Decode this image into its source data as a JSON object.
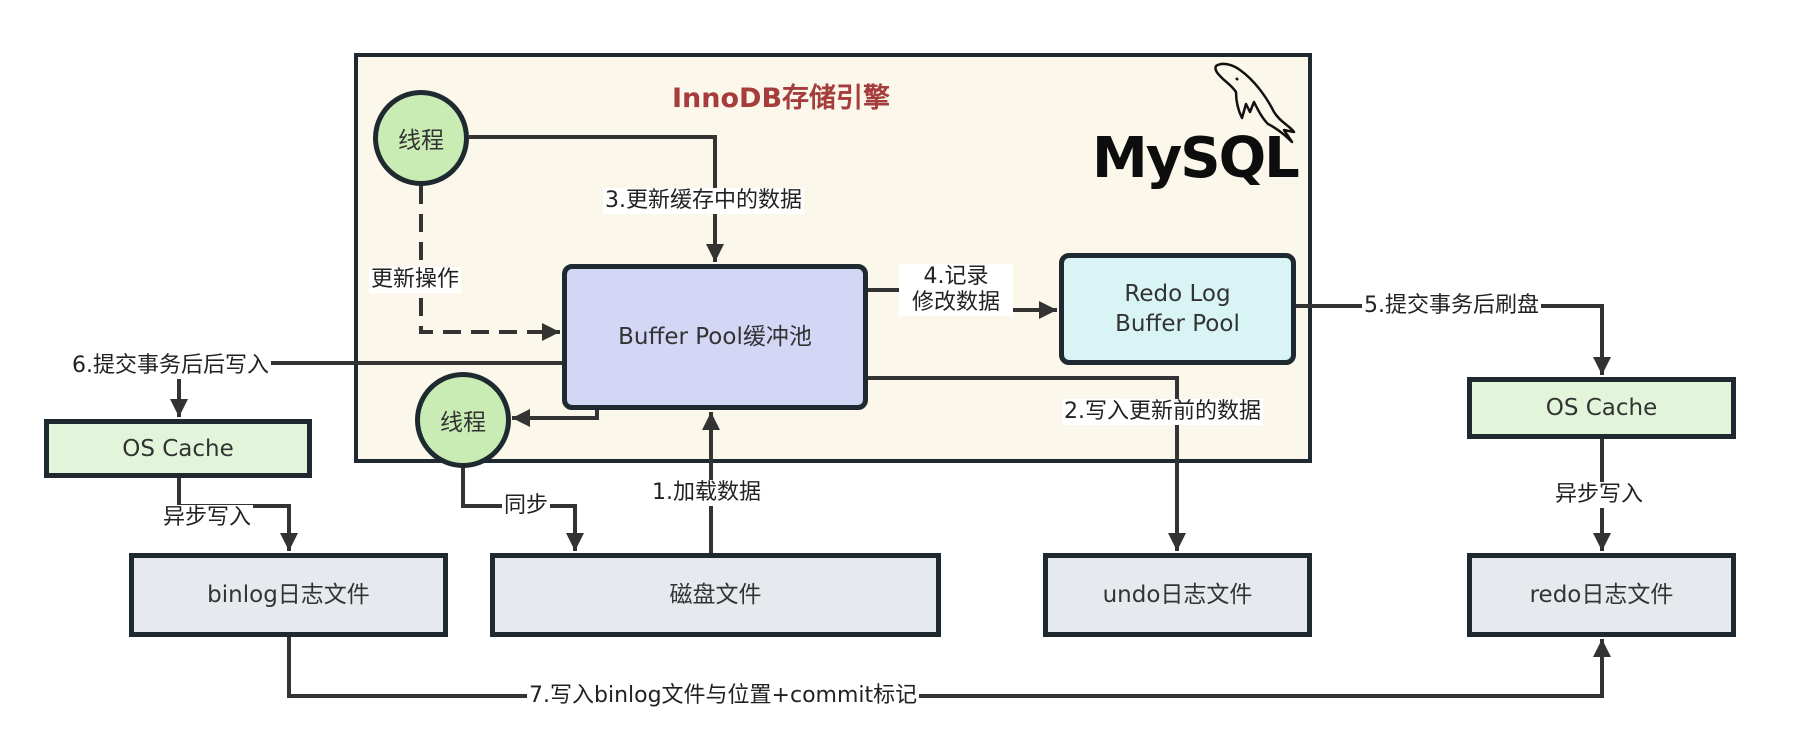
{
  "container": {
    "title": "InnoDB存储引擎",
    "logo_text": "MySQL",
    "logo_icon": "mysql-dolphin-icon"
  },
  "nodes": {
    "thread_top": "线程",
    "thread_bottom": "线程",
    "buffer_pool": "Buffer Pool缓冲池",
    "redo_buffer_line1": "Redo Log",
    "redo_buffer_line2": "Buffer Pool",
    "os_cache_left": "OS Cache",
    "os_cache_right": "OS Cache",
    "binlog_file": "binlog日志文件",
    "disk_file": "磁盘文件",
    "undo_file": "undo日志文件",
    "redo_file": "redo日志文件"
  },
  "edges": {
    "step1": "1.加载数据",
    "step2": "2.写入更新前的数据",
    "step3": "3.更新缓存中的数据",
    "step4_line1": "4.记录",
    "step4_line2": "修改数据",
    "step5": "5.提交事务后刷盘",
    "step6": "6.提交事务后后写入",
    "step7": "7.写入binlog文件与位置+commit标记",
    "update_op": "更新操作",
    "sync": "同步",
    "async_left": "异步写入",
    "async_right": "异步写入"
  },
  "colors": {
    "title": "#a63d3d",
    "stroke": "#333333",
    "container_bg": "#fbf7ea",
    "thread_fill": "#c9ecb4",
    "buffer_pool_fill": "#d4d6f5",
    "redo_buffer_fill": "#d8f4f4",
    "os_cache_fill": "#e2f5da",
    "file_fill": "#e6e9ed"
  }
}
